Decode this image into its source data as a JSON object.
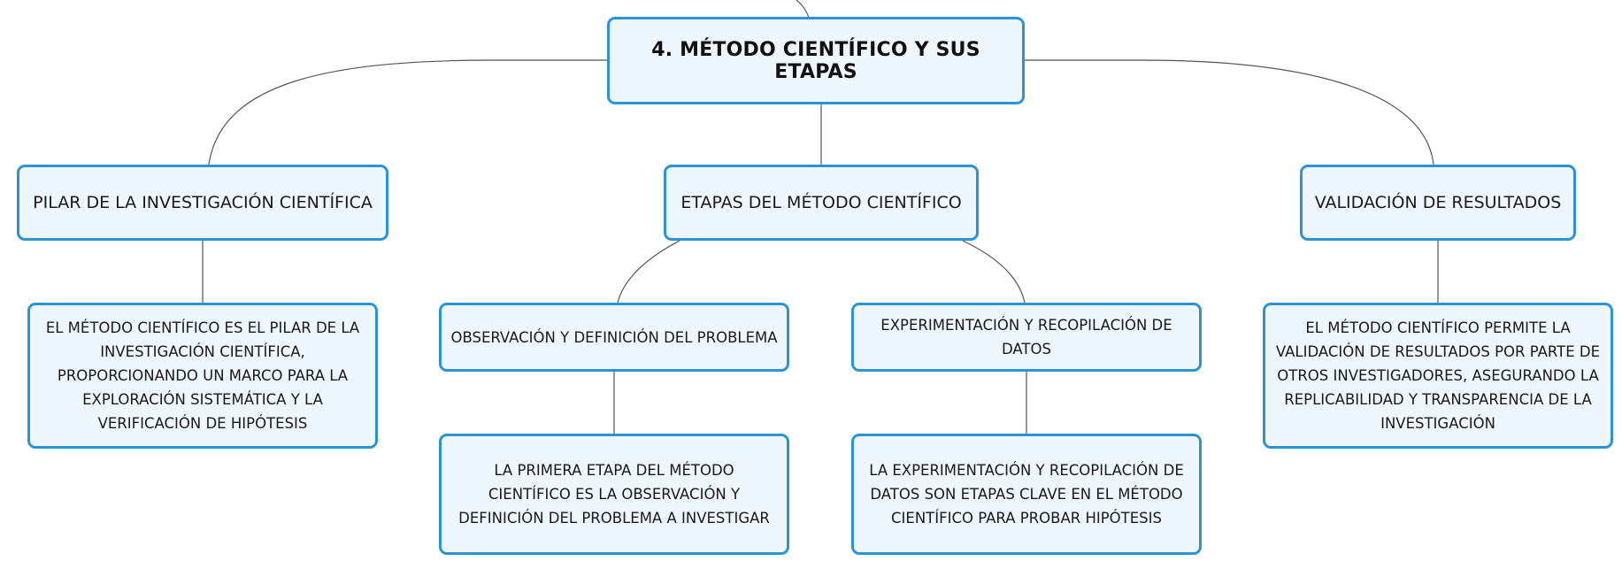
{
  "diagram": {
    "root": {
      "label": "4. MÉTODO CIENTÍFICO Y SUS ETAPAS"
    },
    "branches": [
      {
        "label": "PILAR DE LA INVESTIGACIÓN CIENTÍFICA",
        "detail": "EL MÉTODO CIENTÍFICO ES EL PILAR DE LA INVESTIGACIÓN CIENTÍFICA, PROPORCIONANDO UN MARCO PARA LA EXPLORACIÓN SISTEMÁTICA Y LA VERIFICACIÓN DE HIPÓTESIS"
      },
      {
        "label": "ETAPAS DEL MÉTODO CIENTÍFICO",
        "children": [
          {
            "label": "OBSERVACIÓN Y DEFINICIÓN DEL PROBLEMA",
            "detail": "LA PRIMERA ETAPA DEL MÉTODO CIENTÍFICO ES LA OBSERVACIÓN Y DEFINICIÓN DEL PROBLEMA A INVESTIGAR"
          },
          {
            "label": "EXPERIMENTACIÓN Y RECOPILACIÓN DE DATOS",
            "detail": "LA EXPERIMENTACIÓN Y RECOPILACIÓN DE DATOS SON ETAPAS CLAVE EN EL MÉTODO CIENTÍFICO PARA PROBAR HIPÓTESIS"
          }
        ]
      },
      {
        "label": "VALIDACIÓN DE RESULTADOS",
        "detail": "EL MÉTODO CIENTÍFICO PERMITE LA VALIDACIÓN DE RESULTADOS POR PARTE DE OTROS INVESTIGADORES, ASEGURANDO LA REPLICABILIDAD Y TRANSPARENCIA DE LA INVESTIGACIÓN"
      }
    ],
    "colors": {
      "node_border": "#2b93d6",
      "node_fill": "#eef7fd",
      "connector": "#555555",
      "text": "#1a1a1a"
    }
  }
}
